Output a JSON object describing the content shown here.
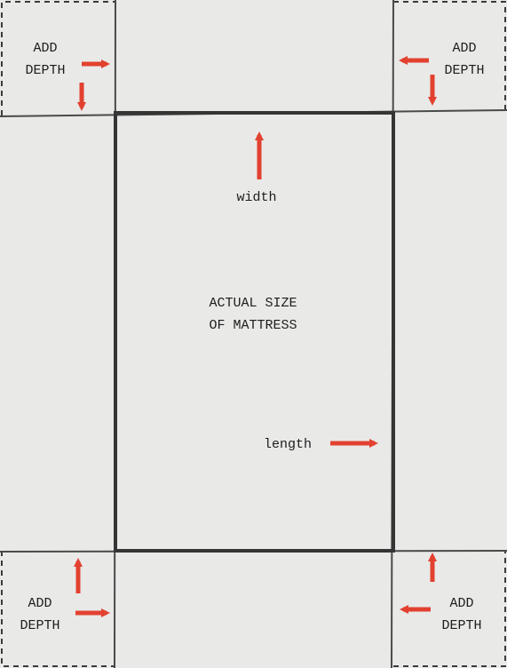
{
  "diagram": {
    "center_label_line1": "ACTUAL SIZE",
    "center_label_line2": "OF MATTRESS",
    "width_label": "width",
    "length_label": "length",
    "corner_line1": "ADD",
    "corner_line2": "DEPTH",
    "colors": {
      "background": "#e9e9e8",
      "line": "#3b3b3b",
      "arrow": "#e2412f",
      "text": "#1d1d1d"
    }
  }
}
